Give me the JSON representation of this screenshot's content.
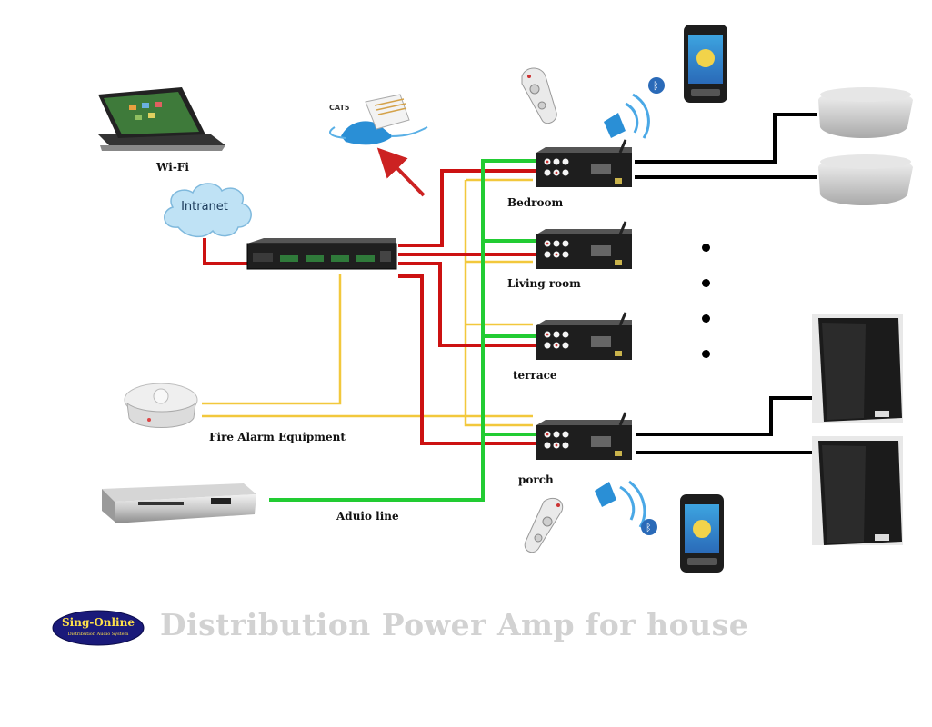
{
  "title": "Distribution Power Amp for house",
  "logo": {
    "name": "Sing-Online",
    "subtitle": "Distribution Audio System"
  },
  "cloud_label": "Intranet",
  "cat5_label": "CAT5",
  "labels": {
    "wifi": "Wi-Fi",
    "bedroom": "Bedroom",
    "living_room": "Living room",
    "terrace": "terrace",
    "porch": "porch",
    "fire_alarm": "Fire Alarm Equipment",
    "audio_line": "Aduio line"
  },
  "colors": {
    "network": "#cc1111",
    "audio": "#22cc33",
    "alarm": "#f2c83c",
    "speaker": "#000000",
    "title": "#d2d2d2",
    "logo_bg": "#1a1a7a",
    "logo_text": "#ffe14a"
  }
}
